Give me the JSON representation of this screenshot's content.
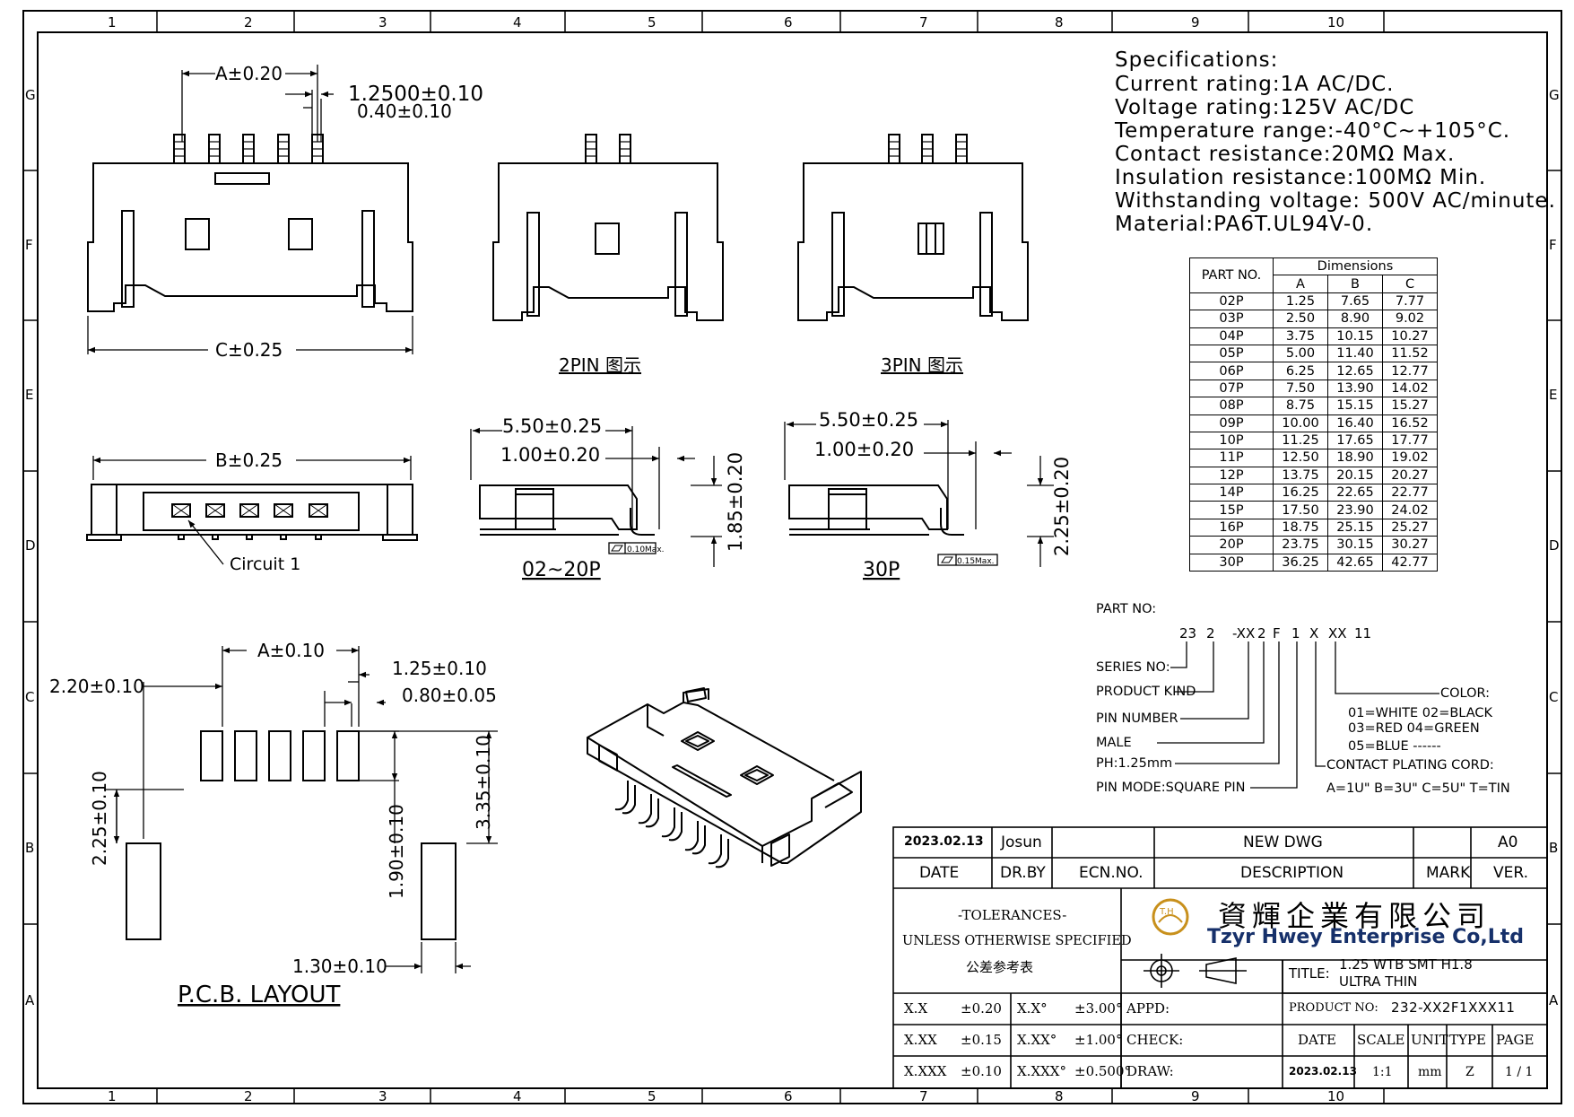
{
  "frame": {
    "col_numbers": [
      "1",
      "2",
      "3",
      "4",
      "5",
      "6",
      "7",
      "8",
      "9",
      "10"
    ],
    "row_letters": [
      "G",
      "F",
      "E",
      "D",
      "C",
      "B",
      "A"
    ]
  },
  "top_view": {
    "dim_a": "A±0.20",
    "dim_pitch": "1.2500±0.10",
    "dim_pin_width": "0.40±0.10",
    "dim_c": "C±0.25"
  },
  "pin2_view": {
    "caption": "2PIN  图示"
  },
  "pin3_view": {
    "caption": "3PIN  图示"
  },
  "bottom_view": {
    "dim_b": "B±0.25",
    "circuit_label": "Circuit 1"
  },
  "side_02_20": {
    "dim_len": "5.50±0.25",
    "dim_tail": "1.00±0.20",
    "dim_height": "1.85±0.20",
    "flatness": "0.10Max.",
    "caption": "02~20P"
  },
  "side_30": {
    "dim_len": "5.50±0.25",
    "dim_tail": "1.00±0.20",
    "dim_height": "2.25±0.20",
    "flatness": "0.15Max.",
    "caption": "30P"
  },
  "specs": {
    "heading": "Specifications:",
    "lines": [
      "Current rating:1A AC/DC.",
      "Voltage rating:125V AC/DC",
      "Temperature range:-40°C~+105°C.",
      "Contact resistance:20MΩ Max.",
      "Insulation resistance:100MΩ Min.",
      "Withstanding voltage: 500V AC/minute.",
      "Material:PA6T.UL94V-0."
    ]
  },
  "dimension_table": {
    "part_no_header": "PART NO.",
    "group_header": "Dimensions",
    "columns": [
      "A",
      "B",
      "C"
    ],
    "rows": [
      [
        "02P",
        "1.25",
        "7.65",
        "7.77"
      ],
      [
        "03P",
        "2.50",
        "8.90",
        "9.02"
      ],
      [
        "04P",
        "3.75",
        "10.15",
        "10.27"
      ],
      [
        "05P",
        "5.00",
        "11.40",
        "11.52"
      ],
      [
        "06P",
        "6.25",
        "12.65",
        "12.77"
      ],
      [
        "07P",
        "7.50",
        "13.90",
        "14.02"
      ],
      [
        "08P",
        "8.75",
        "15.15",
        "15.27"
      ],
      [
        "09P",
        "10.00",
        "16.40",
        "16.52"
      ],
      [
        "10P",
        "11.25",
        "17.65",
        "17.77"
      ],
      [
        "11P",
        "12.50",
        "18.90",
        "19.02"
      ],
      [
        "12P",
        "13.75",
        "20.15",
        "20.27"
      ],
      [
        "14P",
        "16.25",
        "22.65",
        "22.77"
      ],
      [
        "15P",
        "17.50",
        "23.90",
        "24.02"
      ],
      [
        "16P",
        "18.75",
        "25.15",
        "25.27"
      ],
      [
        "20P",
        "23.75",
        "30.15",
        "30.27"
      ],
      [
        "30P",
        "36.25",
        "42.65",
        "42.77"
      ]
    ]
  },
  "part_no": {
    "label": "PART NO:",
    "code": [
      "23",
      "2",
      "-XX",
      "2",
      "F",
      "1",
      "X",
      "XX",
      "11"
    ],
    "fields": [
      "SERIES NO:",
      "PRODUCT KIND",
      "PIN NUMBER",
      "MALE",
      "PH:1.25mm",
      "PIN MODE:SQUARE PIN"
    ],
    "color_label": "COLOR:",
    "color_lines": [
      "01=WHITE  02=BLACK",
      "03=RED    04=GREEN",
      "05=BLUE  ------"
    ],
    "plating_label": "CONTACT PLATING CORD:",
    "plating_line": "A=1U\"  B=3U\"  C=5U\"  T=TIN"
  },
  "pcb_layout": {
    "dim_a": "A±0.10",
    "dim_220": "2.20±0.10",
    "dim_125": "1.25±0.10",
    "dim_080": "0.80±0.05",
    "dim_335": "3.35±0.10",
    "dim_225": "2.25±0.10",
    "dim_190": "1.90±0.10",
    "dim_130": "1.30±0.10",
    "caption": "P.C.B.  LAYOUT"
  },
  "title_block": {
    "date_value": "2023.02.13",
    "drawn_by_value": "Josun",
    "description_value": "NEW DWG",
    "version_value": "A0",
    "date_label": "DATE",
    "drby_label": "DR.BY",
    "ecn_label": "ECN.NO.",
    "description_label": "DESCRIPTION",
    "mark_label": "MARK",
    "ver_label": "VER.",
    "tolerances_title": "-TOLERANCES-",
    "tolerances_sub": "UNLESS OTHERWISE SPECIFIED",
    "tolerances_cn": "公差参考表",
    "company_cn": "資輝企業有限公司",
    "company_en": "Tzyr Hwey Enterprise Co,Ltd",
    "logo_text": "T.H",
    "title_label": "TITLE:",
    "title_line1": "1.25 WTB SMT H1.8",
    "title_line2": "ULTRA THIN",
    "tol_rows": [
      [
        "X.X",
        "±0.20",
        "X.X°",
        "±3.00°"
      ],
      [
        "X.XX",
        "±0.15",
        "X.XX°",
        "±1.00°"
      ],
      [
        "X.XXX",
        "±0.10",
        "X.XXX°",
        "±0.500°"
      ]
    ],
    "appd_label": "APPD:",
    "check_label": "CHECK:",
    "draw_label": "DRAW:",
    "product_no_label": "PRODUCT NO:",
    "product_no_value": "232-XX2F1XXX11",
    "footer_labels": [
      "DATE",
      "SCALE",
      "UNIT",
      "TYPE",
      "PAGE"
    ],
    "footer_values": [
      "2023.02.13",
      "1:1",
      "mm",
      "Z",
      "1 / 1"
    ]
  }
}
